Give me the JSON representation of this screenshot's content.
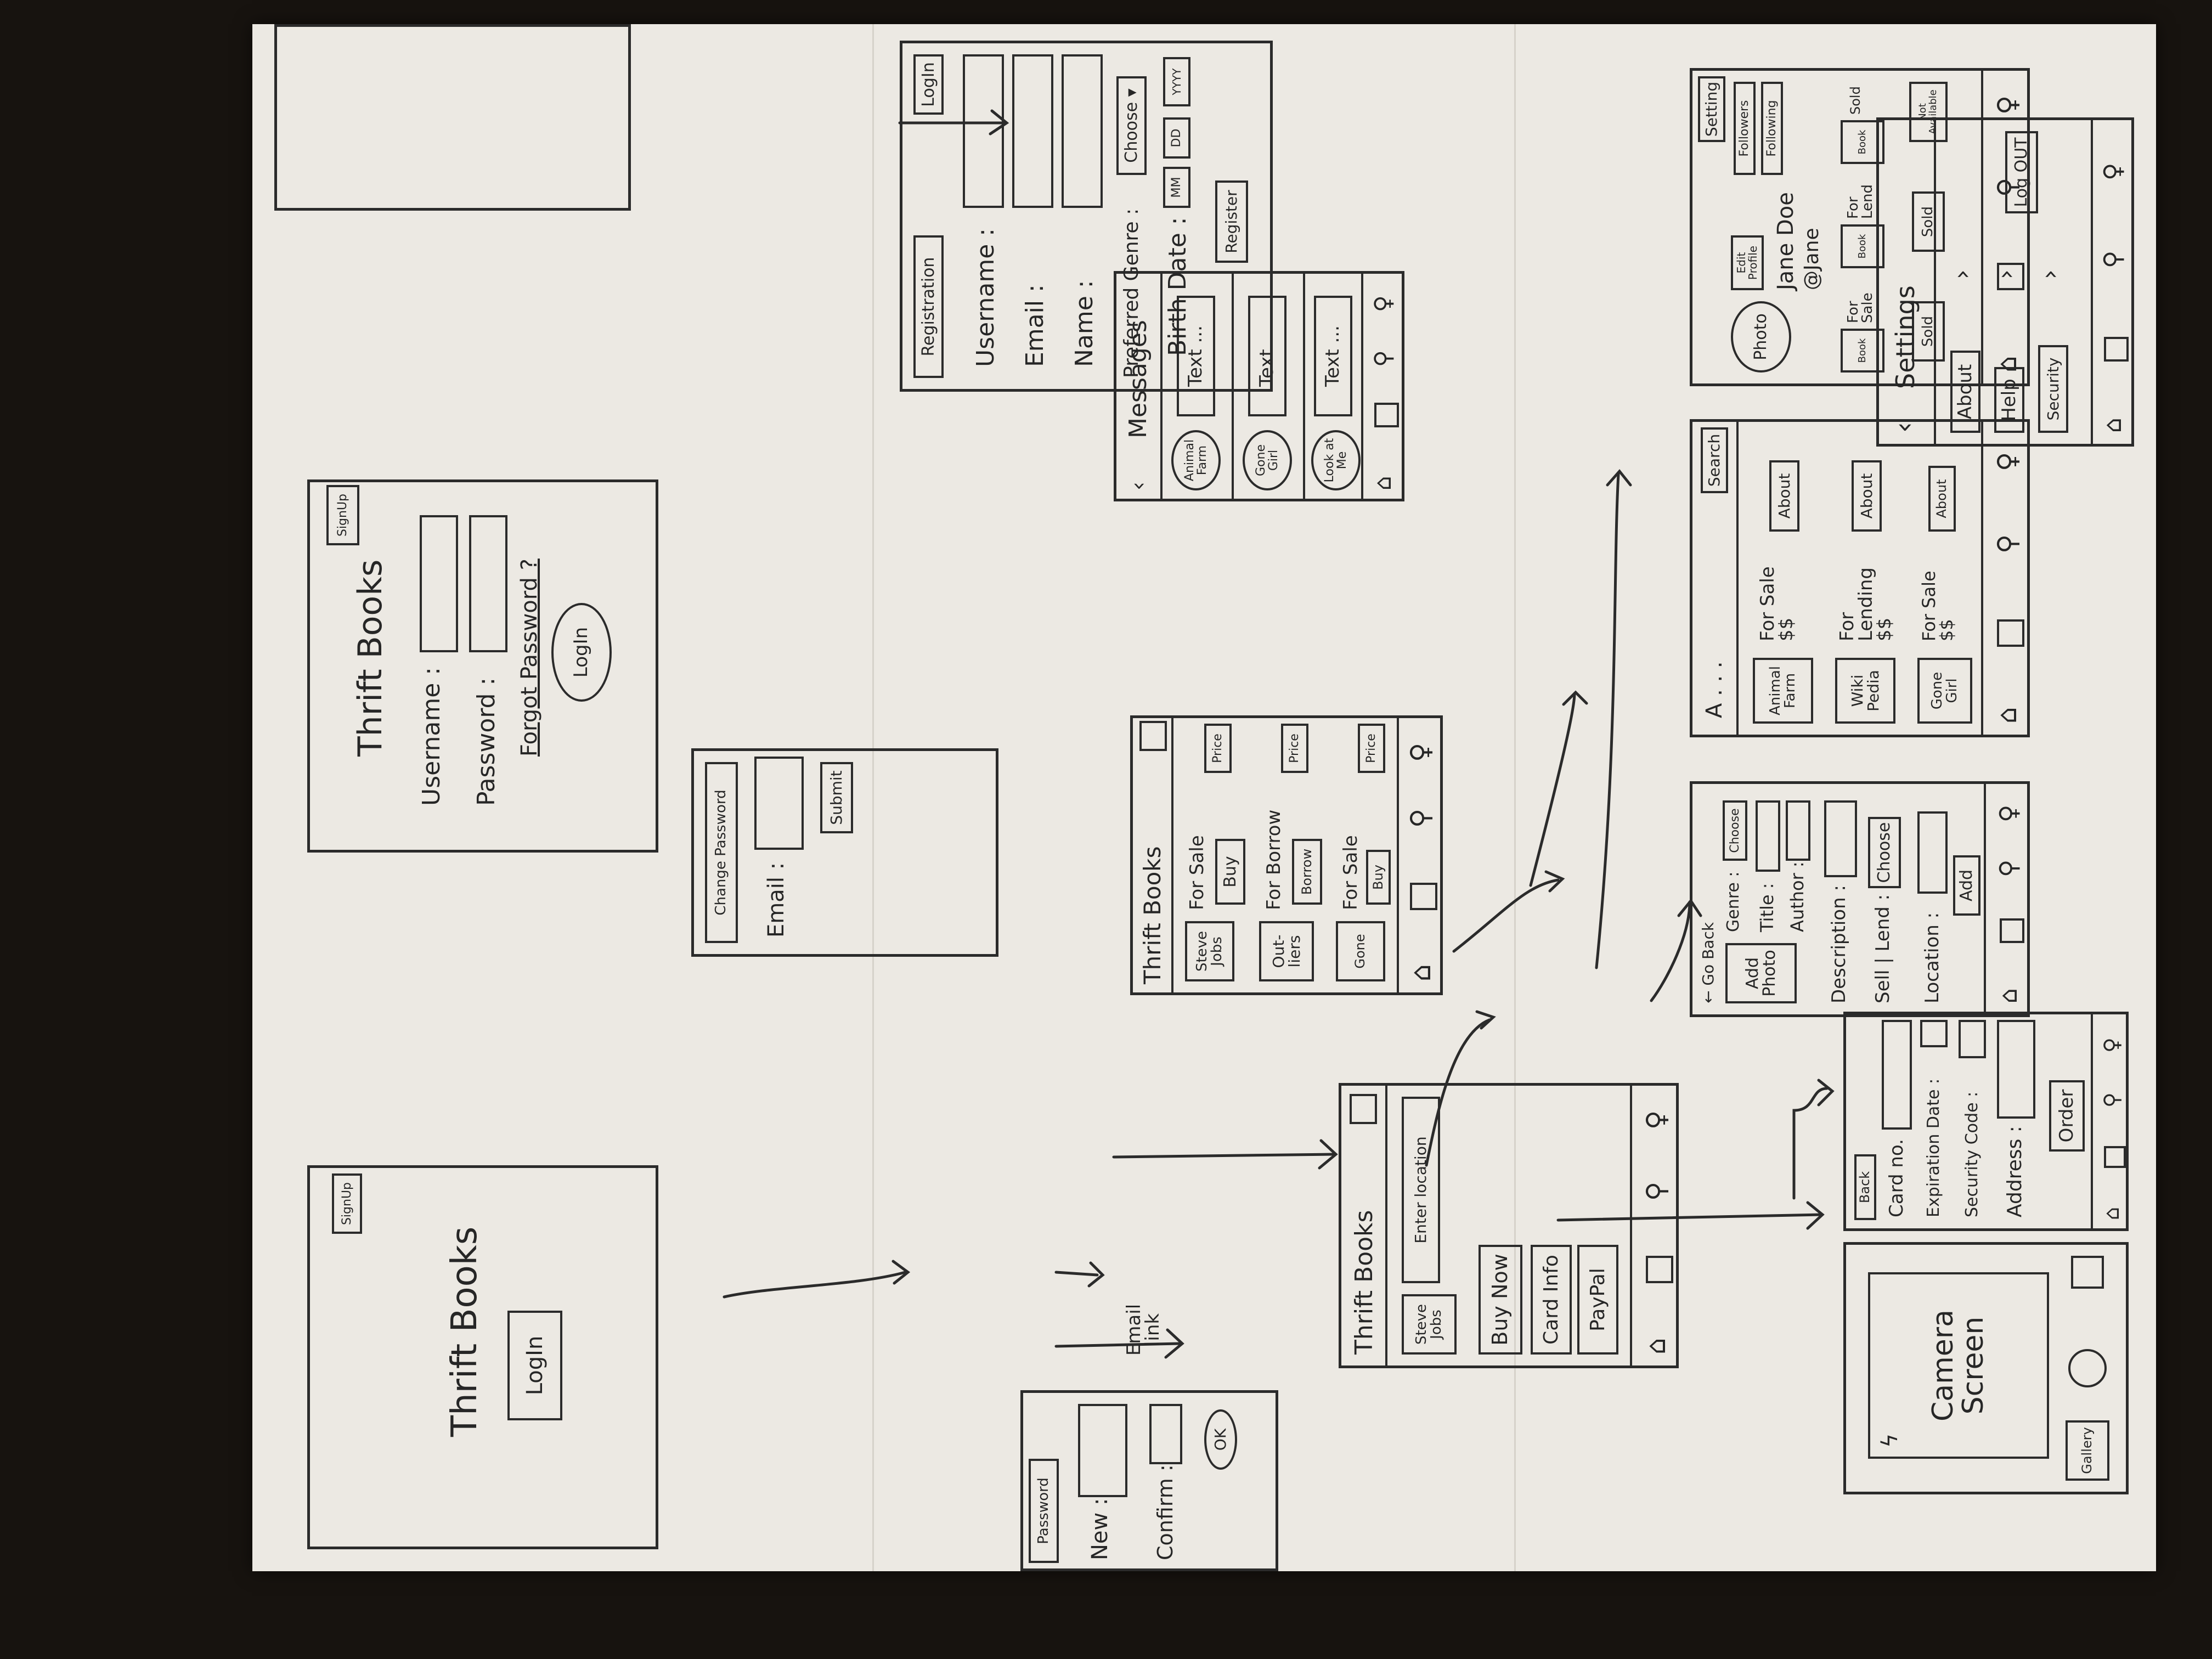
{
  "s1": {
    "signup": "SignUp",
    "title": "Thrift Books",
    "login": "LogIn"
  },
  "s2": {
    "signup": "SignUp",
    "title": "Thrift Books",
    "username": "Username :",
    "password": "Password :",
    "forgot": "Forgot Password ?",
    "login": "LogIn"
  },
  "s3": {
    "registration": "Registration",
    "login": "LogIn",
    "username": "Username :",
    "email": "Email :",
    "name": "Name :",
    "genre": "Preferred Genre :",
    "choose": "Choose ▾",
    "birth": "Birth Date :",
    "mm": "MM",
    "dd": "DD",
    "yyyy": "YYYY",
    "register": "Register"
  },
  "s4": {
    "title": "Change Password",
    "email": "Email :",
    "submit": "Submit"
  },
  "s5": {
    "header": "Password",
    "new": "New :",
    "confirm": "Confirm :",
    "ok": "OK"
  },
  "email_link": "Email link",
  "s6": {
    "title": "Thrift Books",
    "b1": "Steve Jobs",
    "b2": "Out- liers",
    "b3": "Gone",
    "for_sale": "For Sale",
    "buy": "Buy",
    "price": "Price",
    "for_borrow": "For Borrow",
    "borrow": "Borrow",
    "price2": "Price",
    "for_sale2": "For Sale",
    "buy2": "Buy",
    "price3": "Price"
  },
  "s7": {
    "title": "Messages",
    "c1": "Animal Farm",
    "c2": "Gone Girl",
    "c3": "Look at Me",
    "text": "Text ..."
  },
  "s8": {
    "title": "Thrift Books",
    "book": "Steve Jobs",
    "loc": "Enter location",
    "buynow": "Buy Now",
    "card": "Card Info",
    "paypal": "PayPal"
  },
  "s9": {
    "back": "← Go Back",
    "genre": "Genre :",
    "choose": "Choose",
    "addphoto": "Add Photo",
    "title": "Title :",
    "author": "Author :",
    "desc": "Description :",
    "selllend": "Sell | Lend :",
    "choose2": "Choose",
    "location": "Location :",
    "add": "Add"
  },
  "s10": {
    "search_text": "A . . .",
    "search": "Search",
    "r1b": "Animal Farm",
    "r1": "For Sale $$",
    "about": "About",
    "r2b": "Wiki Pedia",
    "r2": "For Lending $$",
    "r3b": "Gone Girl",
    "r3": "For Sale $$"
  },
  "s11": {
    "setting": "Setting",
    "photo": "Photo",
    "edit": "Edit Profile",
    "name": "Jane Doe",
    "handle": "@Jane",
    "followers": "Followers",
    "following": "Following",
    "book": "Book",
    "forsale": "For Sale",
    "forlend": "For Lend",
    "sold": "Sold",
    "sold2": "Sold",
    "notavail": "Not Available"
  },
  "s12": {
    "title": "Settings",
    "about": "About",
    "help": "Help",
    "security": "Security",
    "logout": "Log OUT"
  },
  "s13": {
    "screen": "Camera Screen",
    "gallery": "Gallery"
  },
  "s14": {
    "back": "Back",
    "card": "Card no.",
    "exp": "Expiration Date :",
    "sec": "Security Code :",
    "addr": "Address :",
    "order": "Order"
  }
}
